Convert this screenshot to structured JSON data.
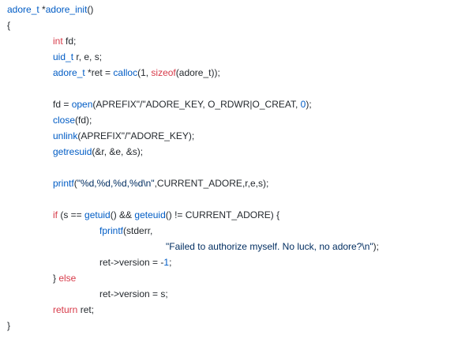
{
  "lines": [
    {
      "segments": [
        {
          "t": "adore_t",
          "c": "tp"
        },
        {
          "t": " *",
          "c": "plain"
        },
        {
          "t": "adore_init",
          "c": "fn"
        },
        {
          "t": "()",
          "c": "plain"
        }
      ]
    },
    {
      "segments": [
        {
          "t": "{",
          "c": "plain"
        }
      ]
    },
    {
      "indent": 1,
      "segments": [
        {
          "t": "int",
          "c": "kw"
        },
        {
          "t": " fd;",
          "c": "plain"
        }
      ]
    },
    {
      "indent": 1,
      "segments": [
        {
          "t": "uid_t",
          "c": "tp"
        },
        {
          "t": " r, e, s;",
          "c": "plain"
        }
      ]
    },
    {
      "indent": 1,
      "segments": [
        {
          "t": "adore_t",
          "c": "tp"
        },
        {
          "t": " *ret = ",
          "c": "plain"
        },
        {
          "t": "calloc",
          "c": "fn"
        },
        {
          "t": "(1, ",
          "c": "plain"
        },
        {
          "t": "sizeof",
          "c": "kw"
        },
        {
          "t": "(adore_t));",
          "c": "plain"
        }
      ]
    },
    {
      "segments": []
    },
    {
      "indent": 1,
      "segments": [
        {
          "t": "fd = ",
          "c": "plain"
        },
        {
          "t": "open",
          "c": "fn"
        },
        {
          "t": "(APREFIX\"/\"ADORE_KEY, O_RDWR|O_CREAT, ",
          "c": "plain"
        },
        {
          "t": "0",
          "c": "num"
        },
        {
          "t": ");",
          "c": "plain"
        }
      ]
    },
    {
      "indent": 1,
      "segments": [
        {
          "t": "close",
          "c": "fn"
        },
        {
          "t": "(fd);",
          "c": "plain"
        }
      ]
    },
    {
      "indent": 1,
      "segments": [
        {
          "t": "unlink",
          "c": "fn"
        },
        {
          "t": "(APREFIX\"/\"ADORE_KEY);",
          "c": "plain"
        }
      ]
    },
    {
      "indent": 1,
      "segments": [
        {
          "t": "getresuid",
          "c": "fn"
        },
        {
          "t": "(&r, &e, &s);",
          "c": "plain"
        }
      ]
    },
    {
      "segments": []
    },
    {
      "indent": 1,
      "segments": [
        {
          "t": "printf",
          "c": "fn"
        },
        {
          "t": "(",
          "c": "plain"
        },
        {
          "t": "\"%d,%d,%d,%d\\n\"",
          "c": "str"
        },
        {
          "t": ",CURRENT_ADORE,r,e,s);",
          "c": "plain"
        }
      ]
    },
    {
      "segments": []
    },
    {
      "indent": 1,
      "segments": [
        {
          "t": "if",
          "c": "kw"
        },
        {
          "t": " (s == ",
          "c": "plain"
        },
        {
          "t": "getuid",
          "c": "fn"
        },
        {
          "t": "() && ",
          "c": "plain"
        },
        {
          "t": "geteuid",
          "c": "fn"
        },
        {
          "t": "() != CURRENT_ADORE) {",
          "c": "plain"
        }
      ]
    },
    {
      "indent": 2,
      "segments": [
        {
          "t": "fprintf",
          "c": "fn"
        },
        {
          "t": "(stderr,",
          "c": "plain"
        }
      ]
    },
    {
      "indent": 3,
      "segments": [
        {
          "t": "\"Failed to authorize myself. No luck, no adore?\\n\"",
          "c": "str"
        },
        {
          "t": ");",
          "c": "plain"
        }
      ]
    },
    {
      "indent": 2,
      "segments": [
        {
          "t": "ret->version = -",
          "c": "plain"
        },
        {
          "t": "1",
          "c": "num"
        },
        {
          "t": ";",
          "c": "plain"
        }
      ]
    },
    {
      "indent": 1,
      "segments": [
        {
          "t": "} ",
          "c": "plain"
        },
        {
          "t": "else",
          "c": "kw"
        }
      ]
    },
    {
      "indent": 2,
      "segments": [
        {
          "t": "ret->version = s;",
          "c": "plain"
        }
      ]
    },
    {
      "indent": 1,
      "segments": [
        {
          "t": "return",
          "c": "kw"
        },
        {
          "t": " ret;",
          "c": "plain"
        }
      ]
    },
    {
      "segments": [
        {
          "t": "}",
          "c": "plain"
        }
      ]
    }
  ]
}
